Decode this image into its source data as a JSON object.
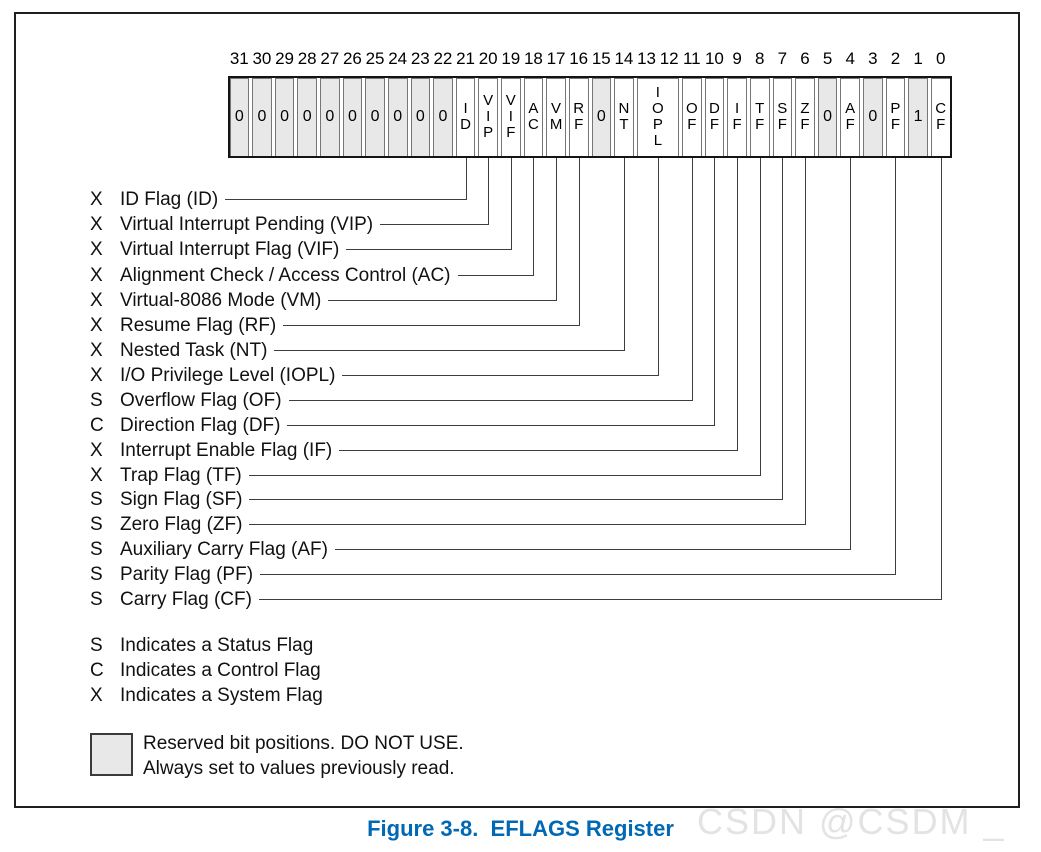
{
  "figure": {
    "caption": "Figure 3-8.  EFLAGS Register",
    "watermark": "CSDN @CSDM _"
  },
  "register": {
    "bit_numbers": [
      "31",
      "30",
      "29",
      "28",
      "27",
      "26",
      "25",
      "24",
      "23",
      "22",
      "21",
      "20",
      "19",
      "18",
      "17",
      "16",
      "15",
      "14",
      "13",
      "12",
      "11",
      "10",
      "9",
      "8",
      "7",
      "6",
      "5",
      "4",
      "3",
      "2",
      "1",
      "0"
    ],
    "cells": [
      {
        "bits": [
          31
        ],
        "text": "0",
        "reserved": true
      },
      {
        "bits": [
          30
        ],
        "text": "0",
        "reserved": true
      },
      {
        "bits": [
          29
        ],
        "text": "0",
        "reserved": true
      },
      {
        "bits": [
          28
        ],
        "text": "0",
        "reserved": true
      },
      {
        "bits": [
          27
        ],
        "text": "0",
        "reserved": true
      },
      {
        "bits": [
          26
        ],
        "text": "0",
        "reserved": true
      },
      {
        "bits": [
          25
        ],
        "text": "0",
        "reserved": true
      },
      {
        "bits": [
          24
        ],
        "text": "0",
        "reserved": true
      },
      {
        "bits": [
          23
        ],
        "text": "0",
        "reserved": true
      },
      {
        "bits": [
          22
        ],
        "text": "0",
        "reserved": true
      },
      {
        "bits": [
          21
        ],
        "text": "ID",
        "reserved": false,
        "stacked": true
      },
      {
        "bits": [
          20
        ],
        "text": "VIP",
        "reserved": false,
        "stacked": true
      },
      {
        "bits": [
          19
        ],
        "text": "VIF",
        "reserved": false,
        "stacked": true
      },
      {
        "bits": [
          18
        ],
        "text": "AC",
        "reserved": false,
        "stacked": true
      },
      {
        "bits": [
          17
        ],
        "text": "VM",
        "reserved": false,
        "stacked": true
      },
      {
        "bits": [
          16
        ],
        "text": "RF",
        "reserved": false,
        "stacked": true
      },
      {
        "bits": [
          15
        ],
        "text": "0",
        "reserved": true
      },
      {
        "bits": [
          14
        ],
        "text": "NT",
        "reserved": false,
        "stacked": true
      },
      {
        "bits": [
          13,
          12
        ],
        "text": "IOPL",
        "reserved": false,
        "stacked": true
      },
      {
        "bits": [
          11
        ],
        "text": "OF",
        "reserved": false,
        "stacked": true
      },
      {
        "bits": [
          10
        ],
        "text": "DF",
        "reserved": false,
        "stacked": true
      },
      {
        "bits": [
          9
        ],
        "text": "IF",
        "reserved": false,
        "stacked": true
      },
      {
        "bits": [
          8
        ],
        "text": "TF",
        "reserved": false,
        "stacked": true
      },
      {
        "bits": [
          7
        ],
        "text": "SF",
        "reserved": false,
        "stacked": true
      },
      {
        "bits": [
          6
        ],
        "text": "ZF",
        "reserved": false,
        "stacked": true
      },
      {
        "bits": [
          5
        ],
        "text": "0",
        "reserved": true
      },
      {
        "bits": [
          4
        ],
        "text": "AF",
        "reserved": false,
        "stacked": true
      },
      {
        "bits": [
          3
        ],
        "text": "0",
        "reserved": true
      },
      {
        "bits": [
          2
        ],
        "text": "PF",
        "reserved": false,
        "stacked": true
      },
      {
        "bits": [
          1
        ],
        "text": "1",
        "reserved": true
      },
      {
        "bits": [
          0
        ],
        "text": "CF",
        "reserved": false,
        "stacked": true
      }
    ]
  },
  "flags": [
    {
      "symbol": "X",
      "label": "ID Flag (ID)",
      "abbr": "ID",
      "bits": [
        21
      ]
    },
    {
      "symbol": "X",
      "label": "Virtual Interrupt Pending (VIP)",
      "abbr": "VIP",
      "bits": [
        20
      ]
    },
    {
      "symbol": "X",
      "label": "Virtual Interrupt Flag (VIF)",
      "abbr": "VIF",
      "bits": [
        19
      ]
    },
    {
      "symbol": "X",
      "label": "Alignment Check / Access Control (AC)",
      "abbr": "AC",
      "bits": [
        18
      ]
    },
    {
      "symbol": "X",
      "label": "Virtual-8086 Mode (VM)",
      "abbr": "VM",
      "bits": [
        17
      ]
    },
    {
      "symbol": "X",
      "label": "Resume Flag (RF)",
      "abbr": "RF",
      "bits": [
        16
      ]
    },
    {
      "symbol": "X",
      "label": "Nested Task (NT)",
      "abbr": "NT",
      "bits": [
        14
      ]
    },
    {
      "symbol": "X",
      "label": "I/O Privilege Level (IOPL)",
      "abbr": "IOPL",
      "bits": [
        13,
        12
      ]
    },
    {
      "symbol": "S",
      "label": "Overflow Flag (OF)",
      "abbr": "OF",
      "bits": [
        11
      ]
    },
    {
      "symbol": "C",
      "label": "Direction Flag (DF)",
      "abbr": "DF",
      "bits": [
        10
      ]
    },
    {
      "symbol": "X",
      "label": "Interrupt Enable Flag (IF)",
      "abbr": "IF",
      "bits": [
        9
      ]
    },
    {
      "symbol": "X",
      "label": "Trap Flag (TF)",
      "abbr": "TF",
      "bits": [
        8
      ]
    },
    {
      "symbol": "S",
      "label": "Sign Flag (SF)",
      "abbr": "SF",
      "bits": [
        7
      ]
    },
    {
      "symbol": "S",
      "label": "Zero Flag (ZF)",
      "abbr": "ZF",
      "bits": [
        6
      ]
    },
    {
      "symbol": "S",
      "label": "Auxiliary Carry Flag (AF)",
      "abbr": "AF",
      "bits": [
        4
      ]
    },
    {
      "symbol": "S",
      "label": "Parity Flag (PF)",
      "abbr": "PF",
      "bits": [
        2
      ]
    },
    {
      "symbol": "S",
      "label": "Carry Flag (CF)",
      "abbr": "CF",
      "bits": [
        0
      ]
    }
  ],
  "legend": [
    {
      "symbol": "S",
      "text": "Indicates a Status Flag"
    },
    {
      "symbol": "C",
      "text": "Indicates a Control Flag"
    },
    {
      "symbol": "X",
      "text": "Indicates a System Flag"
    }
  ],
  "reserved_note": {
    "line1": "Reserved bit positions. DO NOT USE.",
    "line2": "Always set to values previously read."
  },
  "colors": {
    "reserved_fill": "#e8e8e8",
    "caption_blue": "#0068b5",
    "watermark_gray": "#e3e3e3",
    "line_dark": "#3d3d3d"
  }
}
